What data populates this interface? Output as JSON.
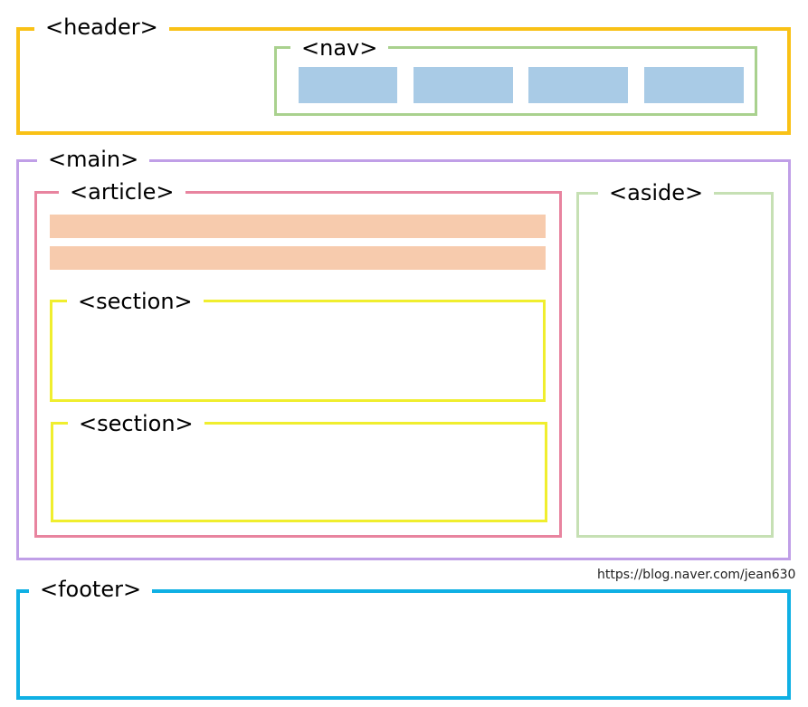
{
  "header": {
    "label": "<header>"
  },
  "nav": {
    "label": "<nav>",
    "items": [
      "",
      "",
      "",
      ""
    ]
  },
  "main": {
    "label": "<main>"
  },
  "article": {
    "label": "<article>"
  },
  "sections": [
    {
      "label": "<section>"
    },
    {
      "label": "<section>"
    }
  ],
  "aside": {
    "label": "<aside>"
  },
  "footer": {
    "label": "<footer>"
  },
  "credit": {
    "url": "https://blog.naver.com/jean630"
  },
  "colors": {
    "header": "#f9c116",
    "nav": "#a9d18e",
    "nav_item": "#a9cbe6",
    "main": "#c09fe7",
    "article": "#e8849f",
    "article_bar": "#f7cbad",
    "section": "#f0ee2e",
    "aside": "#c6e0b4",
    "footer": "#0fb0e4"
  }
}
